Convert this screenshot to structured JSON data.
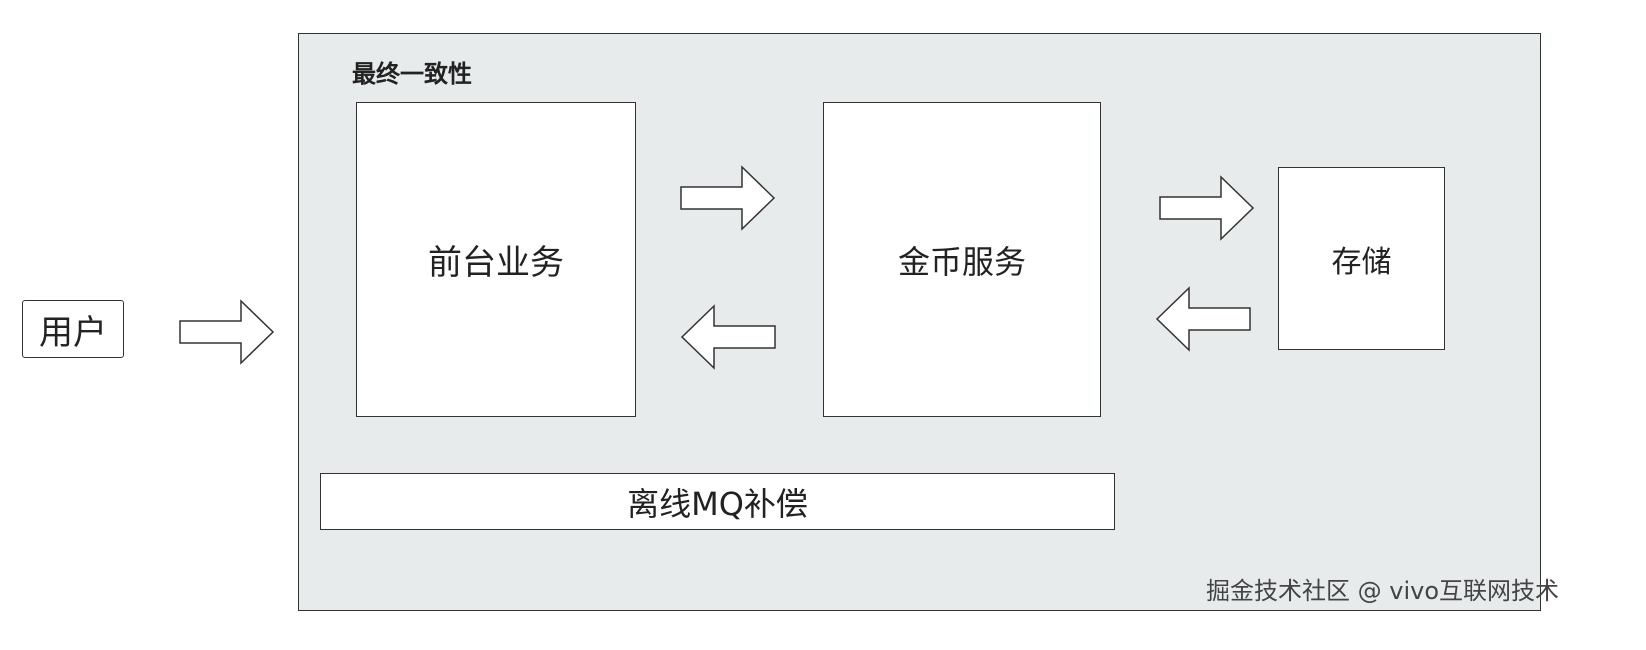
{
  "user_label": "用户",
  "group_title": "最终一致性",
  "front_label": "前台业务",
  "coin_label": "金币服务",
  "storage_label": "存储",
  "mq_label": "离线MQ补偿",
  "watermark": "掘金技术社区 @ vivo互联网技术",
  "colors": {
    "group_background": "#e8ebec",
    "stroke": "#333333",
    "box_fill": "#ffffff"
  },
  "arrows": [
    {
      "from": "用户",
      "to": "最终一致性",
      "direction": "right"
    },
    {
      "from": "前台业务",
      "to": "金币服务",
      "direction": "right"
    },
    {
      "from": "金币服务",
      "to": "前台业务",
      "direction": "left"
    },
    {
      "from": "金币服务",
      "to": "存储",
      "direction": "right"
    },
    {
      "from": "存储",
      "to": "金币服务",
      "direction": "left"
    }
  ]
}
